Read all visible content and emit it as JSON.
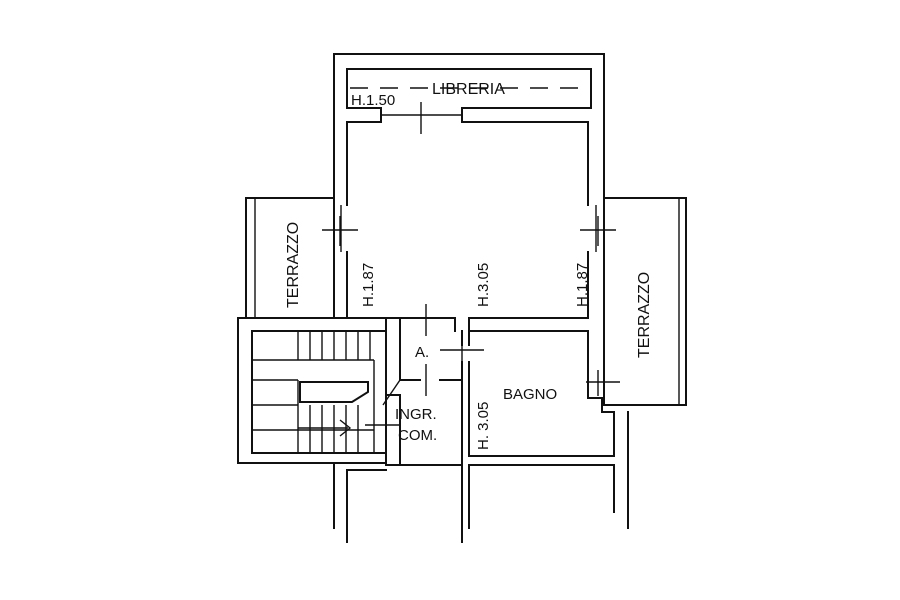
{
  "plan": {
    "labels": {
      "libreria": "LIBRERIA",
      "h150": "H.1.50",
      "terrazzo_left": "TERRAZZO",
      "terrazzo_right": "TERRAZZO",
      "h187_left": "H.1.87",
      "h305_center": "H.3.05",
      "h187_right": "H.1.87",
      "a": "A.",
      "bagno": "BAGNO",
      "ingr": "INGR.",
      "com": "COM.",
      "h305_bagno": "H. 3.05"
    }
  }
}
